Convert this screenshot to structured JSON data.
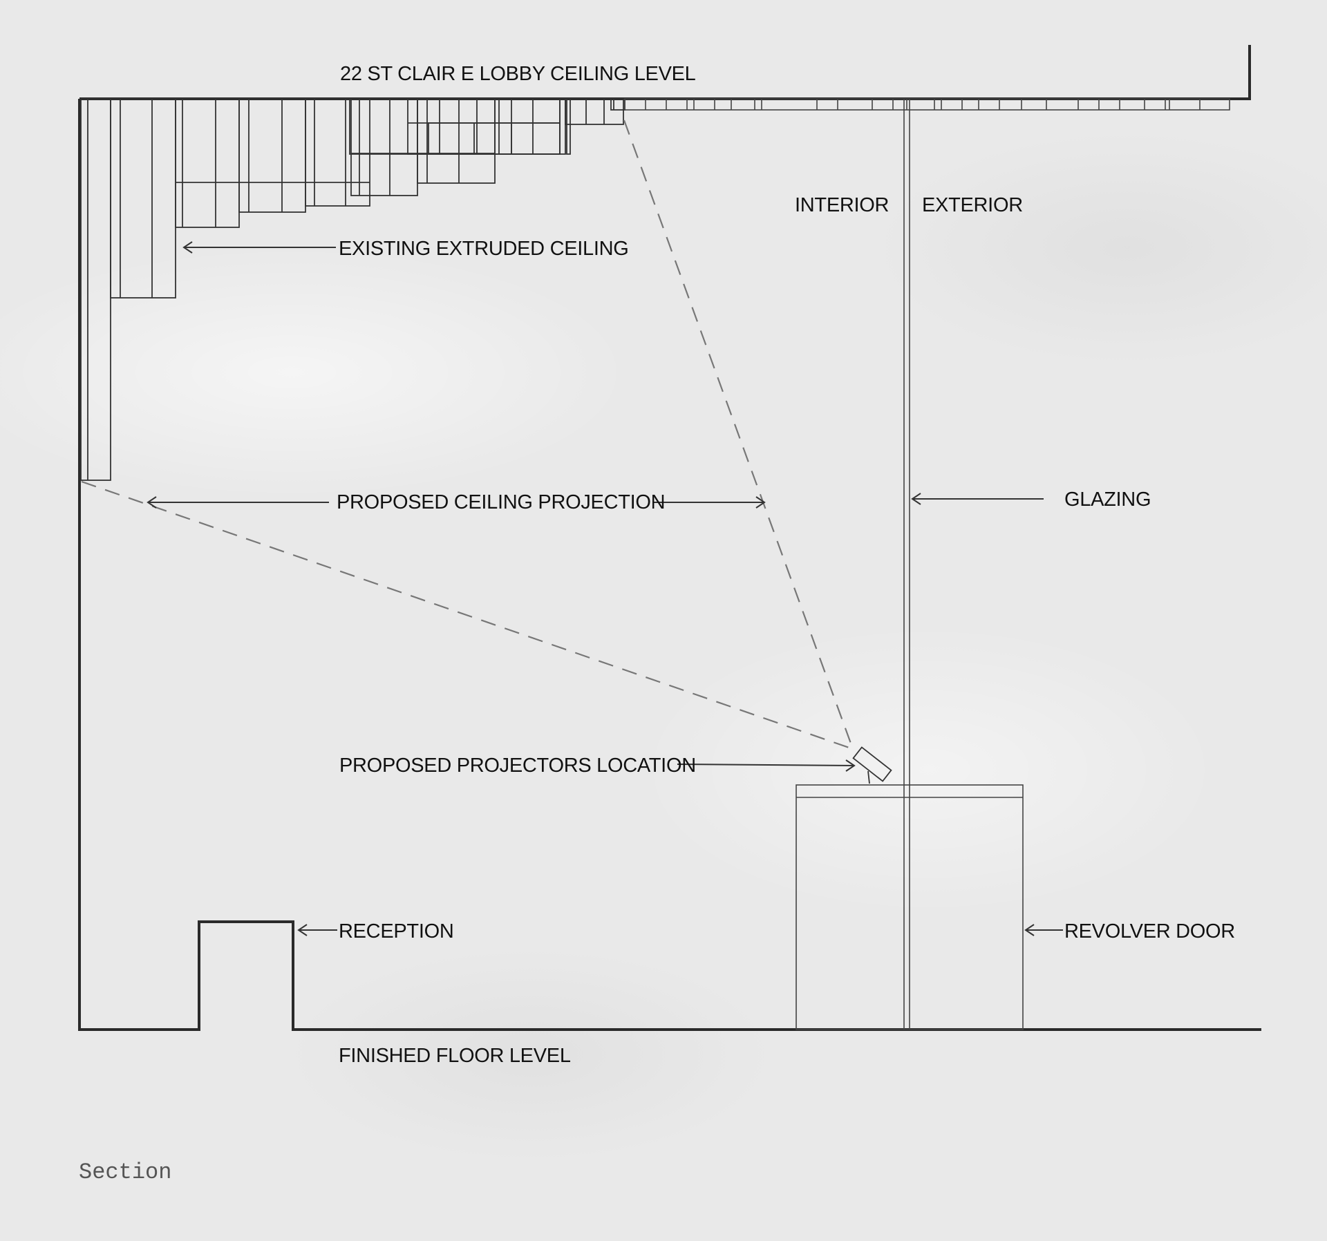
{
  "labels": {
    "ceiling_level": "22 ST CLAIR E LOBBY CEILING LEVEL",
    "existing_ceiling": "EXISTING EXTRUDED CEILING",
    "interior": "INTERIOR",
    "exterior": "EXTERIOR",
    "ceiling_projection": "PROPOSED CEILING PROJECTION",
    "glazing": "GLAZING",
    "projectors_location": "PROPOSED PROJECTORS LOCATION",
    "reception": "RECEPTION",
    "revolver_door": "REVOLVER DOOR",
    "floor_level": "FINISHED FLOOR LEVEL"
  },
  "caption": "Section"
}
